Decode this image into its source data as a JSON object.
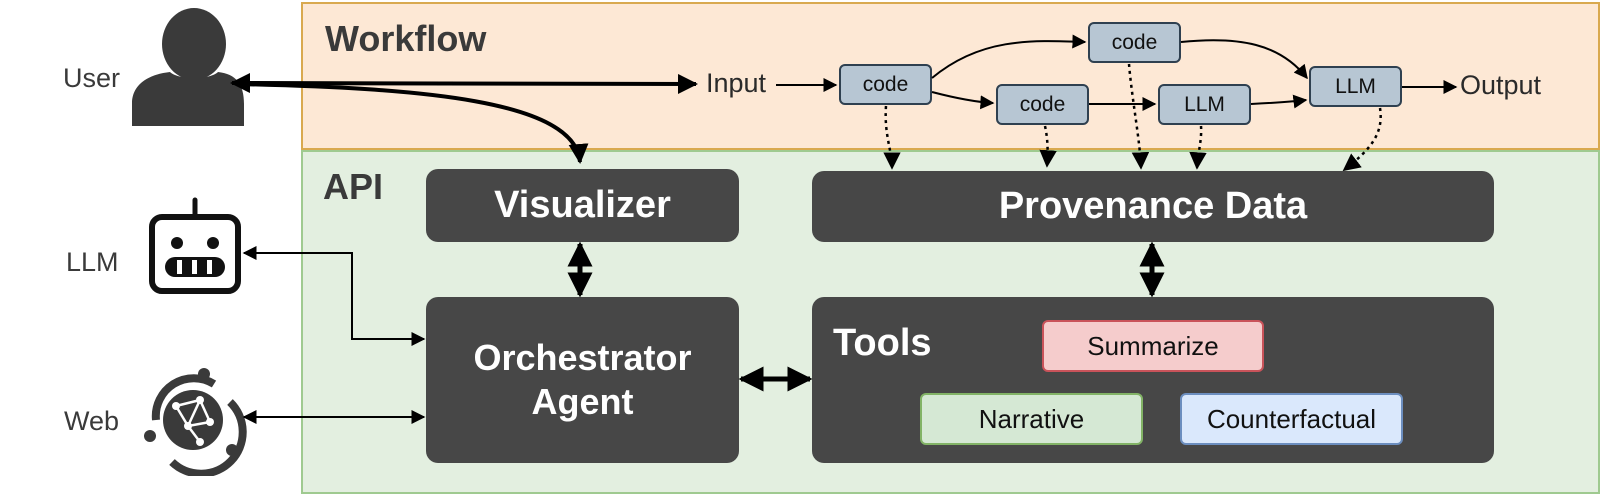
{
  "regions": {
    "workflow": {
      "title": "Workflow",
      "fill": "#fde8d5",
      "border": "#d9a94f"
    },
    "api": {
      "title": "API",
      "fill": "#e3efe0",
      "border": "#9fca90"
    }
  },
  "actors": {
    "user": {
      "label": "User",
      "icon": "user-icon"
    },
    "llm": {
      "label": "LLM",
      "icon": "robot-icon"
    },
    "web": {
      "label": "Web",
      "icon": "globe-icon"
    }
  },
  "workflow": {
    "input_label": "Input",
    "output_label": "Output",
    "nodes": [
      {
        "id": "n1",
        "label": "code"
      },
      {
        "id": "n2",
        "label": "code"
      },
      {
        "id": "n3",
        "label": "code"
      },
      {
        "id": "n4",
        "label": "LLM"
      },
      {
        "id": "n5",
        "label": "LLM"
      }
    ]
  },
  "api": {
    "visualizer": "Visualizer",
    "provenance": "Provenance Data",
    "orchestrator_line1": "Orchestrator",
    "orchestrator_line2": "Agent",
    "tools": {
      "title": "Tools",
      "items": [
        {
          "label": "Summarize",
          "fill": "#f5cccc",
          "border": "#c9535a"
        },
        {
          "label": "Narrative",
          "fill": "#d5e8d4",
          "border": "#82b366"
        },
        {
          "label": "Counterfactual",
          "fill": "#dae8fc",
          "border": "#6c8ebf"
        }
      ]
    }
  },
  "colors": {
    "dark_box": "#474747",
    "node_fill": "#b7c6d3",
    "node_border": "#2f4050"
  }
}
